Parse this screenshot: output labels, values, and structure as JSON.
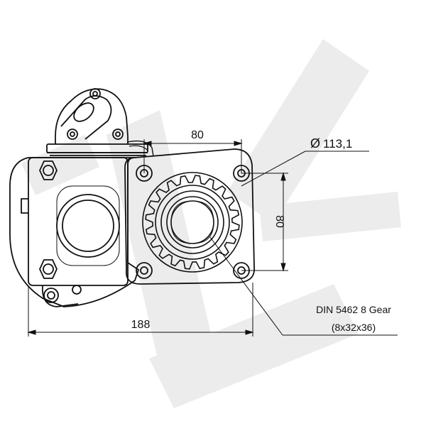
{
  "drawing": {
    "dimensions": {
      "width_top": "80",
      "height_right": "80",
      "overall_length": "188",
      "diameter_value": "113,1",
      "diameter_symbol": "Ø"
    },
    "note": {
      "line1": "DIN 5462 8 Gear",
      "line2": "(8x32x36)"
    },
    "gear": {
      "teeth": 20
    },
    "colors": {
      "line": "#111111",
      "watermark": "#ececec"
    },
    "watermark_icon": "brand-watermark-icon"
  }
}
